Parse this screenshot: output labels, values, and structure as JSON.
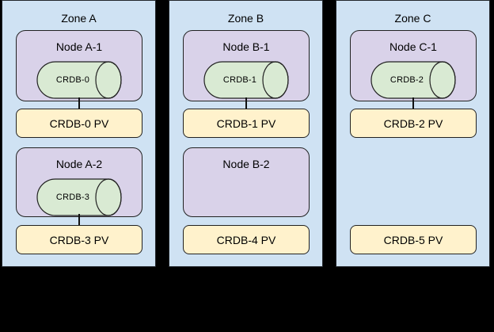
{
  "diagram": {
    "description": "CockroachDB nodes and persistent volumes across availability zones",
    "colors": {
      "background": "#000000",
      "zone_fill": "#cfe2f3",
      "node_fill": "#d9d2e9",
      "cylinder_fill": "#d9ead3",
      "pv_fill": "#fff2cc",
      "border": "#222222",
      "text": "#000000"
    },
    "zones": [
      {
        "label": "Zone A",
        "nodes": [
          {
            "label": "Node A-1",
            "db": "CRDB-0",
            "pv": "CRDB-0 PV"
          },
          {
            "label": "Node A-2",
            "db": "CRDB-3",
            "pv": "CRDB-3 PV"
          }
        ]
      },
      {
        "label": "Zone B",
        "nodes": [
          {
            "label": "Node B-1",
            "db": "CRDB-1",
            "pv": "CRDB-1 PV"
          },
          {
            "label": "Node B-2",
            "pv": "CRDB-4 PV"
          }
        ]
      },
      {
        "label": "Zone C",
        "nodes": [
          {
            "label": "Node C-1",
            "db": "CRDB-2",
            "pv": "CRDB-2 PV"
          },
          {
            "pv": "CRDB-5 PV"
          }
        ]
      }
    ]
  }
}
